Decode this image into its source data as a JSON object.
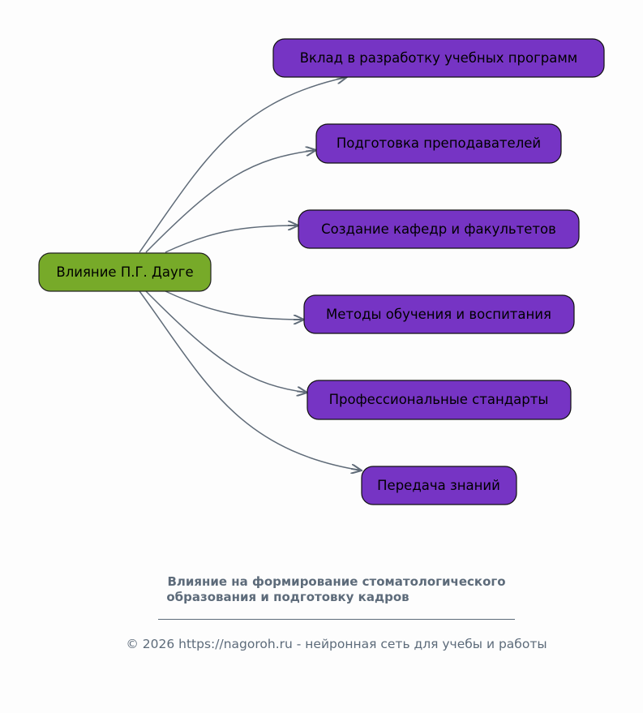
{
  "diagram": {
    "root": {
      "label": "Влияние П.Г. Дауге",
      "color": "#77aa29"
    },
    "children": [
      {
        "label": "Вклад в разработку учебных программ"
      },
      {
        "label": "Подготовка преподавателей"
      },
      {
        "label": "Создание кафедр и факультетов"
      },
      {
        "label": "Методы обучения и воспитания"
      },
      {
        "label": "Профессиональные стандарты"
      },
      {
        "label": "Передача знаний"
      }
    ],
    "child_color": "#7634c4",
    "edge_color": "#5f6b78"
  },
  "caption": {
    "title_line1": "Влияние на формирование стоматологического",
    "title_line2": "образования и подготовку кадров",
    "footer": "© 2026 https://nagoroh.ru - нейронная сеть для учебы и работы"
  }
}
